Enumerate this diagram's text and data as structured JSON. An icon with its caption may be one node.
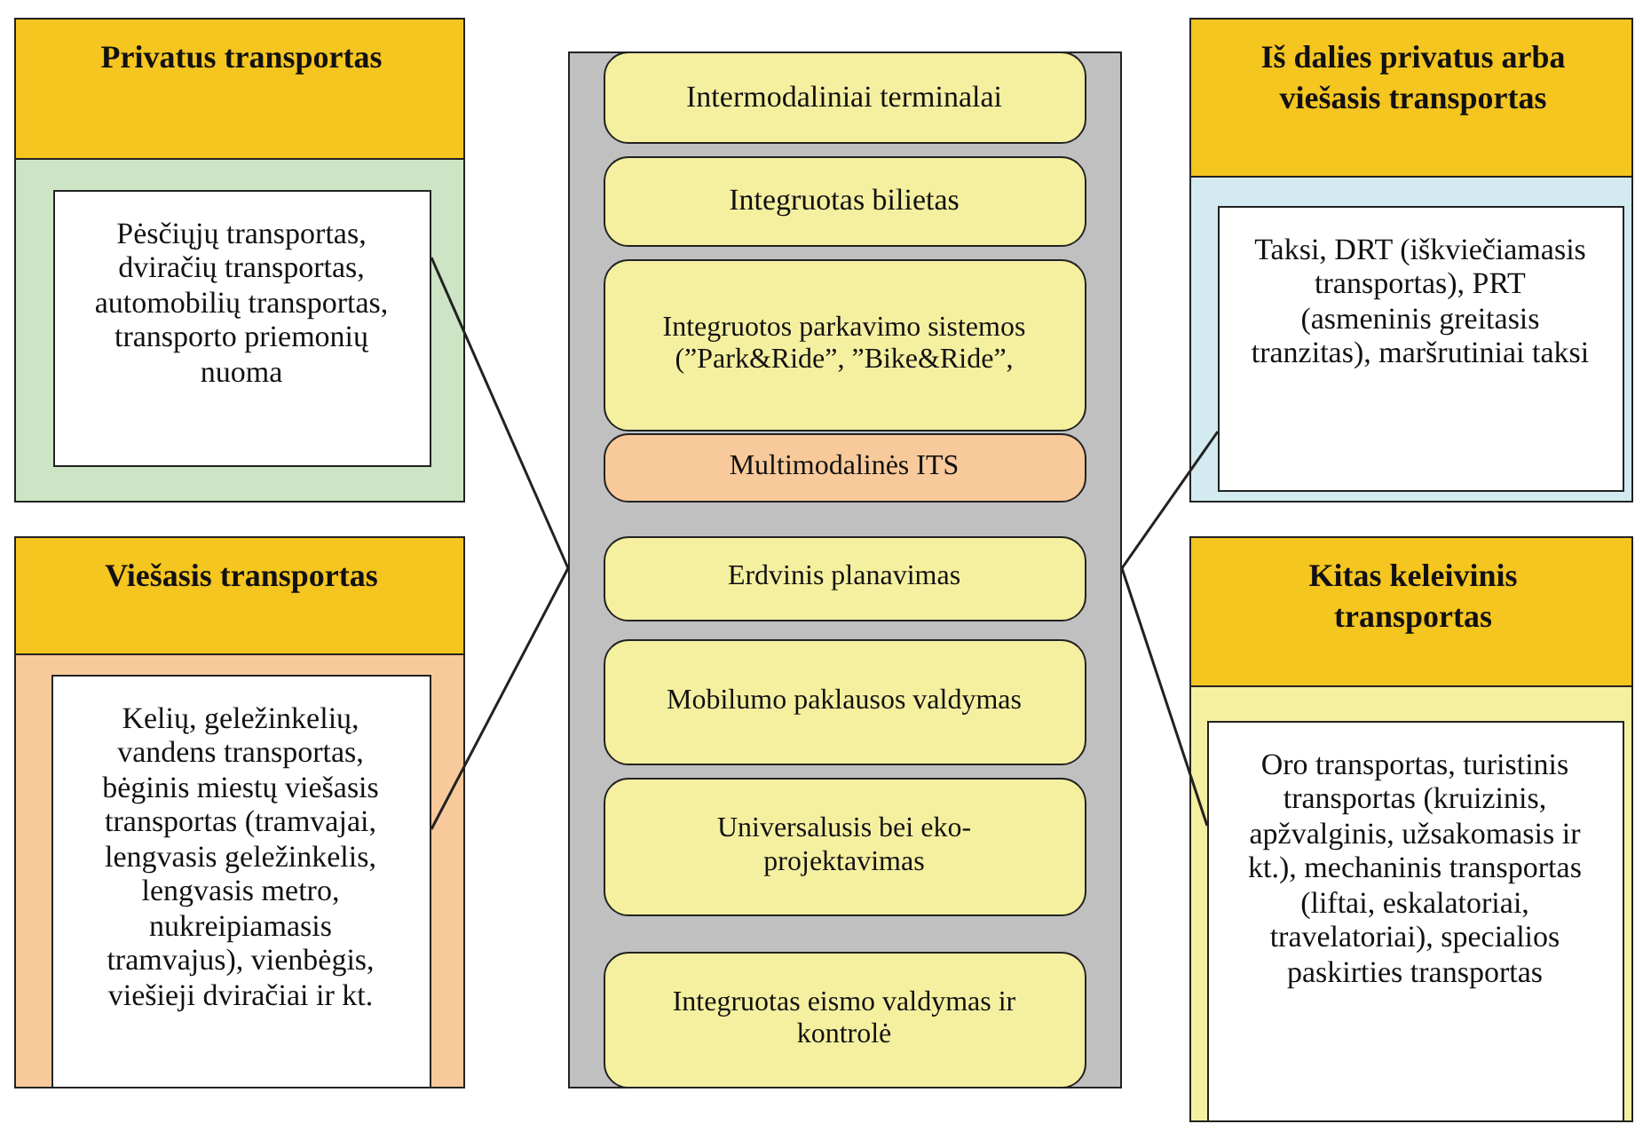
{
  "diagram": {
    "nodes": [
      {
        "text": [
          "Privatus transportas"
        ]
      },
      {
        "text": [
          "Pėsčiųjų transportas, dviračių transportas, automobilių transportas, transporto priemonių nuoma"
        ],
        "in": 0
      },
      {
        "text": [
          "Viešasis transportas"
        ]
      },
      {
        "text": [
          "Kelių, geležinkelių, vandens transportas, bėginis miestų viešasis transportas (tramvajai, lengvasis geležinkelis, lengvasis metro, nukreipiamasis tramvajus), vienbėgis, viešieji dviračiai ir kt."
        ],
        "in": 2
      },
      {
        "text": [],
        "shape": "box"
      },
      {
        "text": [
          "Intermodaliniai terminalai"
        ],
        "in": 4
      },
      {
        "text": [
          "Integruotas bilietas"
        ],
        "in": 4
      },
      {
        "text": [
          "Integruotos parkavimo sistemos (”Park&Ride”, ”Bike&Ride”,"
        ],
        "in": 4
      },
      {
        "text": [
          "Multimodalinės ITS"
        ],
        "in": 4
      },
      {
        "text": [
          "Erdvinis planavimas"
        ],
        "in": 4
      },
      {
        "text": [
          "Mobilumo paklausos valdymas"
        ],
        "in": 4
      },
      {
        "text": [
          "Universalusis bei eko-projektavimas"
        ],
        "in": 4
      },
      {
        "text": [
          "Integruotas eismo valdymas ir kontrolė"
        ],
        "in": 4
      },
      {
        "text": [
          "Iš dalies privatus arba viešasis transportas"
        ]
      },
      {
        "text": [
          "Taksi, DRT (iškviečiamasis transportas), PRT (asmeninis greitasis tranzitas), maršrutiniai taksi"
        ],
        "in": 13
      },
      {
        "text": [
          "Kitas keleivinis transportas"
        ]
      },
      {
        "text": [
          "Oro transportas, turistinis transportas (kruizinis, apžvalginis, užsakomasis ir kt.), mechaninis transportas (liftai, eskalatoriai, travelatoriai), specialios paskirties transportas"
        ],
        "in": 15
      }
    ],
    "edges": [
      {
        "from": 1,
        "to": 4,
        "arrow": "none"
      },
      {
        "from": 3,
        "to": 4,
        "arrow": "none"
      },
      {
        "from": 4,
        "to": 14,
        "arrow": "none"
      },
      {
        "from": 4,
        "to": 16,
        "arrow": "none"
      }
    ]
  }
}
